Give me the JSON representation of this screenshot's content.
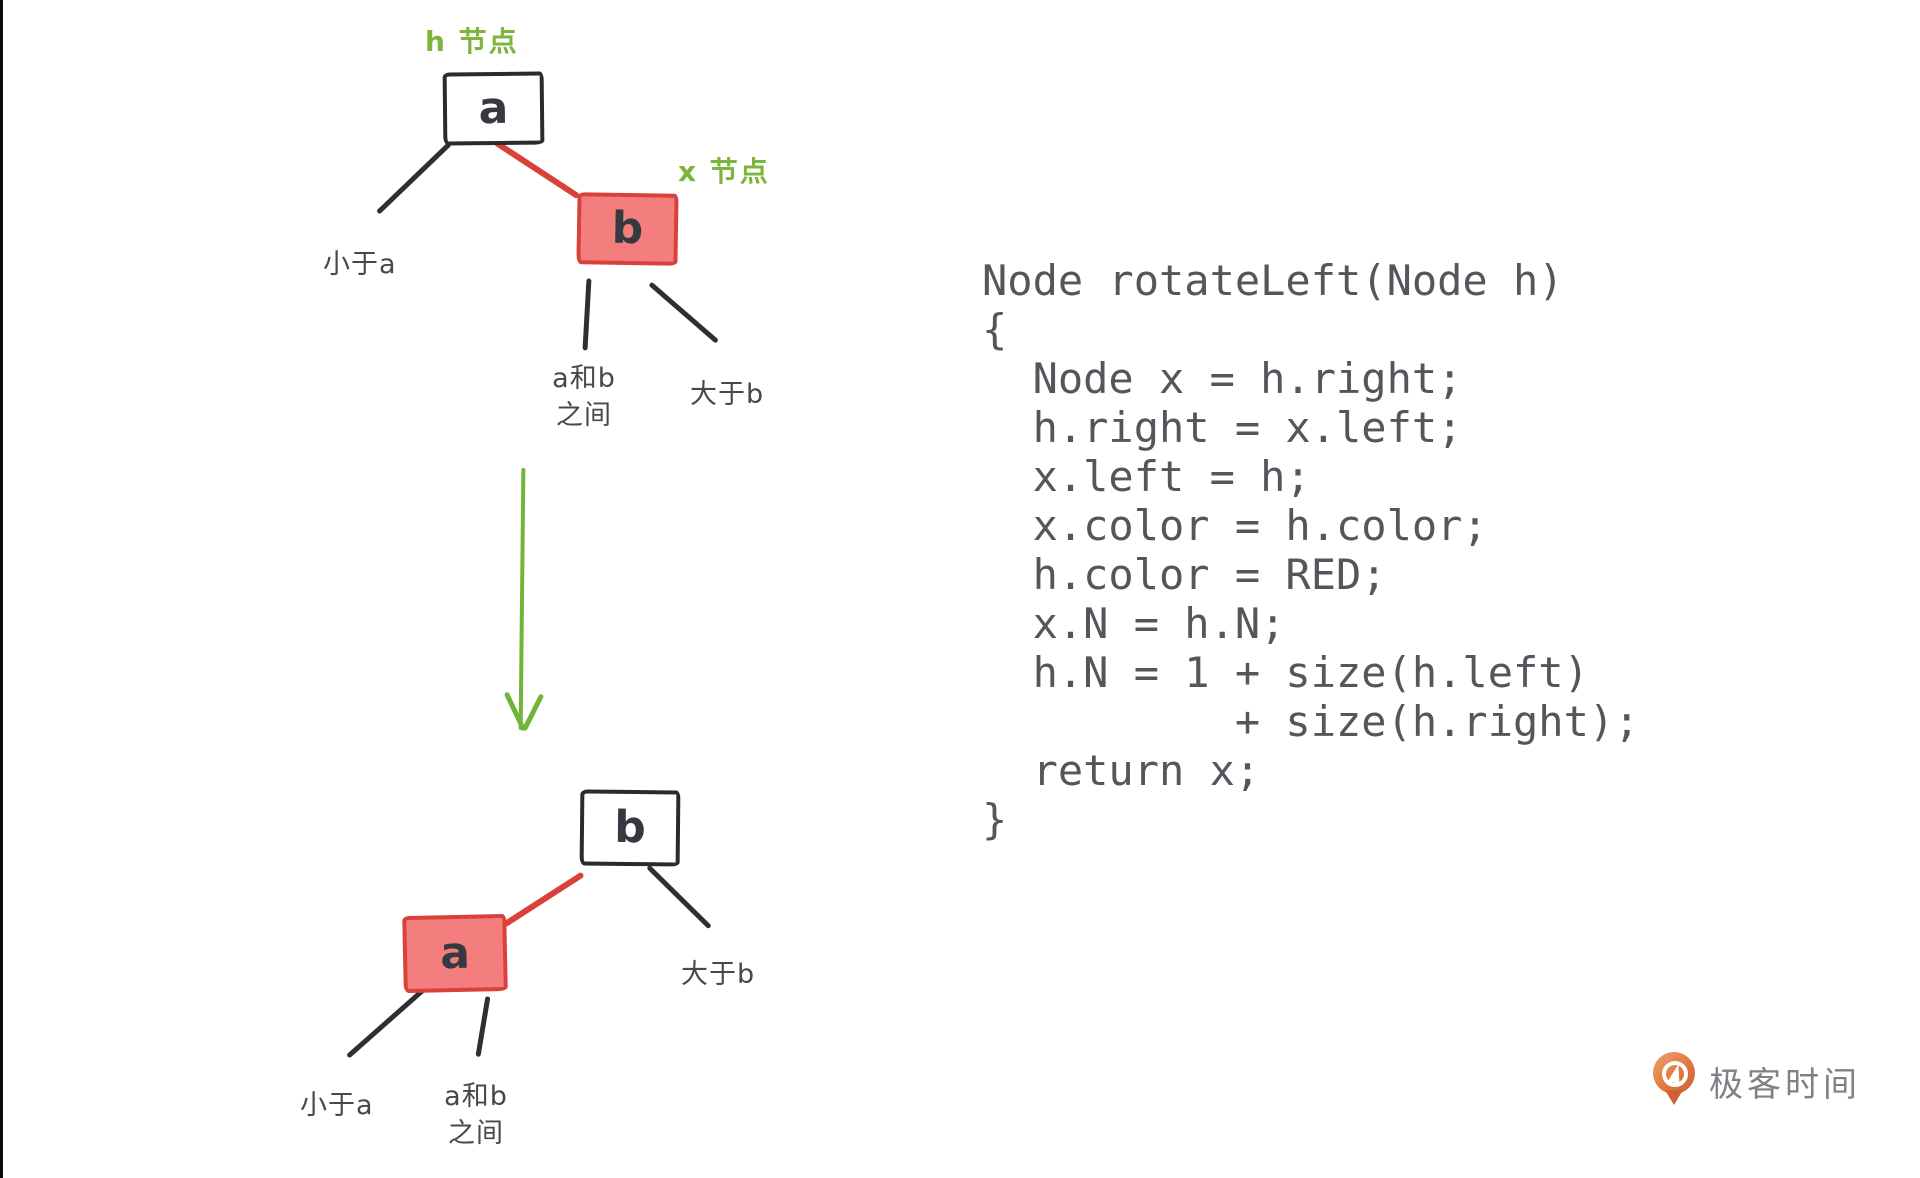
{
  "diagram": {
    "before": {
      "h_label": "h 节点",
      "x_label": "x 节点",
      "node_a": "a",
      "node_b": "b",
      "leaf_less": "小于a",
      "between_line1": "a和b",
      "between_line2": "之间",
      "leaf_greater": "大于b"
    },
    "after": {
      "node_a": "a",
      "node_b": "b",
      "leaf_less": "小于a",
      "between_line1": "a和b",
      "between_line2": "之间",
      "leaf_greater": "大于b"
    }
  },
  "code": {
    "lines": [
      "Node rotateLeft(Node h)",
      "{",
      "  Node x = h.right;",
      "  h.right = x.left;",
      "  x.left = h;",
      "  x.color = h.color;",
      "  h.color = RED;",
      "  x.N = h.N;",
      "  h.N = 1 + size(h.left)",
      "          + size(h.right);",
      "  return x;",
      "}"
    ]
  },
  "logo": {
    "text": "极客时间"
  },
  "colors": {
    "node_red_fill": "#f47e7e",
    "node_red_stroke": "#d9413b",
    "edge_red": "#d9413b",
    "annotation_green": "#7cb53c",
    "arrow_green": "#72b43a",
    "ink": "#2d2f31",
    "label_gray": "#47484a",
    "code_gray": "#53565b",
    "logo_orange": "#d06136",
    "logo_text_gray": "#7e8186"
  }
}
